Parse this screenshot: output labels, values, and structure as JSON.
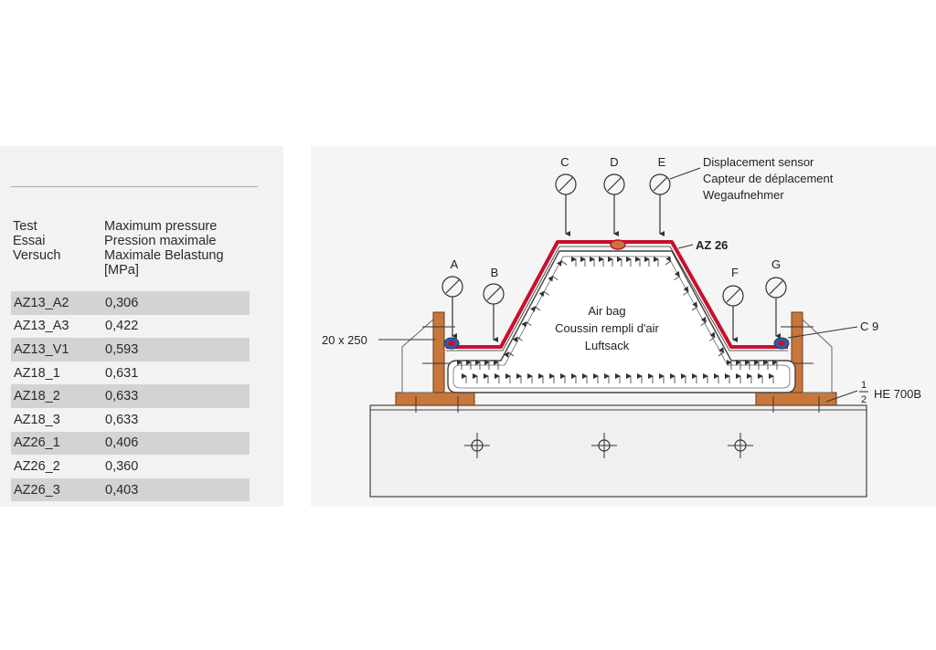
{
  "table": {
    "header": {
      "col1": [
        "Test",
        "Essai",
        "Versuch"
      ],
      "col2": [
        "Maximum pressure",
        "Pression maximale",
        "Maximale Belastung",
        "[MPa]"
      ]
    },
    "rows": [
      {
        "test": "AZ13_A2",
        "pressure": "0,306"
      },
      {
        "test": "AZ13_A3",
        "pressure": "0,422"
      },
      {
        "test": "AZ13_V1",
        "pressure": "0,593"
      },
      {
        "test": "AZ18_1",
        "pressure": "0,631"
      },
      {
        "test": "AZ18_2",
        "pressure": "0,633"
      },
      {
        "test": "AZ18_3",
        "pressure": "0,633"
      },
      {
        "test": "AZ26_1",
        "pressure": "0,406"
      },
      {
        "test": "AZ26_2",
        "pressure": "0,360"
      },
      {
        "test": "AZ26_3",
        "pressure": "0,403"
      }
    ]
  },
  "diagram": {
    "sensor_labels": {
      "a": "A",
      "b": "B",
      "c": "C",
      "d": "D",
      "e": "E",
      "f": "F",
      "g": "G"
    },
    "sensor_legend": [
      "Displacement sensor",
      "Capteur de déplacement",
      "Wegaufnehmer"
    ],
    "profile_label": "AZ 26",
    "airbag_label": [
      "Air bag",
      "Coussin rempli d'air",
      "Luftsack"
    ],
    "plate_label": "20 x 250",
    "clutch_label": "C 9",
    "beam_fraction": {
      "numerator": "1",
      "denominator": "2"
    },
    "beam_label": "HE 700B",
    "colors": {
      "sheet_pile": "#c8102e",
      "steel_plate": "#c8773c",
      "seal": "#2d5fa8",
      "line": "#333333"
    }
  }
}
